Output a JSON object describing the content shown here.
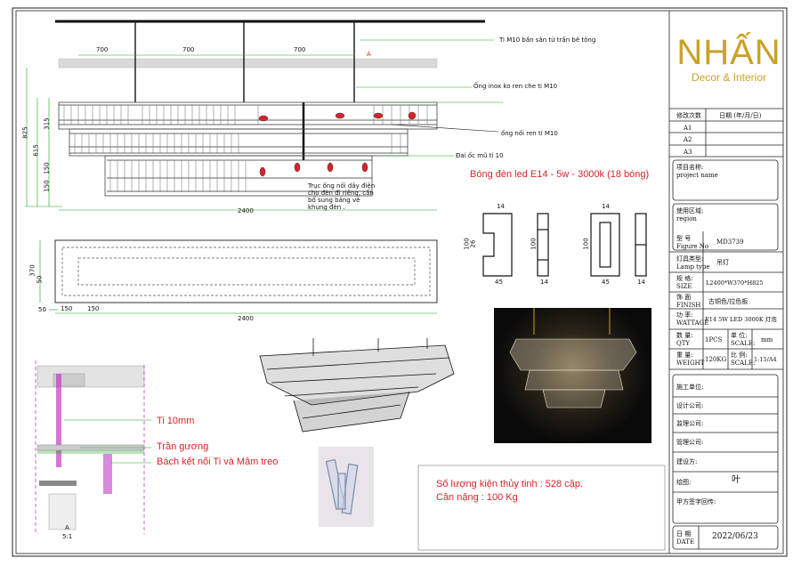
{
  "brand": {
    "name": "NHẤN",
    "tagline": "Decor & Interior",
    "gold": "#c9a227"
  },
  "notes": {
    "rod_ceiling": "Ti M10 bắn sắn từ trần bê tông",
    "inox_tube": "Ống inox ko ren che ti M10",
    "rod_coupler": "ống nối ren ti M10",
    "cap_nut": "Đai ốc mũ ti 10",
    "bulbs": "Bóng đèn led E14 - 5w - 3000k (18 bóng)",
    "wire_tube": "Trục ống nối dây điện cho đèn đi riêng, cần bổ sung bảng vẽ khung đèn .",
    "rod_10mm": "Ti 10mm",
    "mirror_ceiling": "Trần gương",
    "bracket": "Bách kết nối Ti và Mâm treo",
    "glass_count": "Số lượng kiện thủy tinh : 528 cặp.",
    "weight": "Cân nặng : 100 Kg",
    "section_label": "A",
    "section_scale": "5:1",
    "section_mark": "A"
  },
  "dims": {
    "top_700a": "700",
    "top_700b": "700",
    "top_700c": "700",
    "h_825": "825",
    "h_615": "615",
    "h_315": "315",
    "h_150a": "150",
    "h_150b": "150",
    "w_2400": "2400",
    "plan_370": "370",
    "plan_50a": "50",
    "plan_50b": "50",
    "plan_150a": "150",
    "plan_150b": "150",
    "plan_2400": "2400",
    "p1_14": "14",
    "p1_100": "100",
    "p1_26": "26",
    "p1_45": "45",
    "p2_100": "100",
    "p2_14": "14",
    "p3_14": "14",
    "p3_100": "100",
    "p3_45": "45",
    "p4_14": "14"
  },
  "revisions": {
    "header_no": "修改次数",
    "header_date": "日期 (年/月/日)",
    "rows": [
      "A1",
      "A2",
      "A3"
    ]
  },
  "project": {
    "label_cn": "项目名称:",
    "label_en": "project name"
  },
  "region": {
    "label_cn": "使用区域:",
    "label_en": "region"
  },
  "model": {
    "label_cn": "型  号",
    "label_en": "Figure No",
    "value": "MD3739"
  },
  "lamp_type": {
    "label_cn": "灯具类型:",
    "label_en": "Lamp type",
    "value": "吊灯"
  },
  "size": {
    "label_cn": "规 格:",
    "label_en": "SIZE",
    "value": "L2400*W370*H825"
  },
  "finish": {
    "label_cn": "饰 面",
    "label_en": "FINISH",
    "value": "古铜色/拉色板"
  },
  "wattage": {
    "label_cn": "功 率:",
    "label_en": "WATTAGE",
    "value": "E14 5W LED 3000K 灯泡"
  },
  "qty": {
    "label_cn": "数 量:",
    "label_en": "QTY",
    "value": "1PCS",
    "unit_cn": "单 位:",
    "unit_en": "SCALE:",
    "unit_value": "mm"
  },
  "weight_tb": {
    "label_cn": "重 量:",
    "label_en": "WEIGHT",
    "value": "120KG",
    "scale_cn": "比 例:",
    "scale_en": "SCALE:",
    "scale_value": "1:15/A4"
  },
  "signoff": {
    "construction": "施工单位:",
    "design": "设计公司:",
    "supervision": "监理公司:",
    "management": "管理公司:",
    "builder": "建设方:",
    "drawn_label": "绘图:",
    "drawn_value": "叶",
    "client_sign": "甲方签字回传:"
  },
  "date": {
    "label_cn": "日 期",
    "label_en": "DATE",
    "value": "2022/06/23"
  },
  "colors": {
    "accent_red": "#d8232a",
    "dim_green": "#1aa61a",
    "magenta": "#c03ac8"
  }
}
